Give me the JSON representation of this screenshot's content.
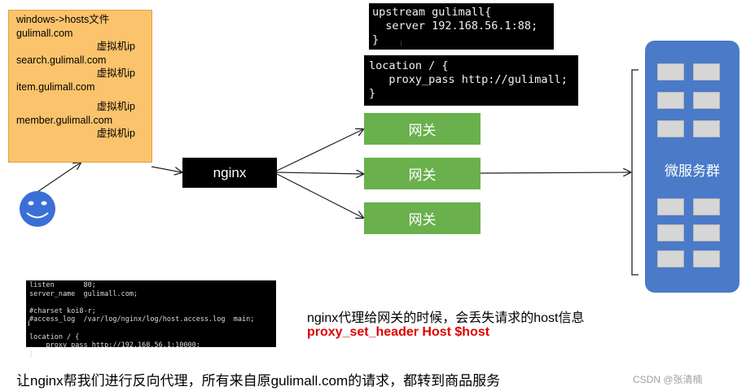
{
  "hosts_note": {
    "title": "windows->hosts文件",
    "entries": [
      {
        "domain": "gulimall.com",
        "target": "虚拟机ip"
      },
      {
        "domain": "search.gulimall.com",
        "target": "虚拟机ip"
      },
      {
        "domain": "item.gulimall.com",
        "target": "虚拟机ip"
      },
      {
        "domain": "member.gulimall.com",
        "target": "虚拟机ip"
      }
    ]
  },
  "upstream_code": "upstream gulimall{\n  server 192.168.56.1:88;\n}",
  "location_code": "location / {\n   proxy_pass http://gulimall;\n}",
  "nginx_conf_code": "listen       80;\nserver_name  gulimall.com;\n\n#charset koi8-r;\n#access_log  /var/log/nginx/log/host.access.log  main;\n\nlocation / {\n    proxy_pass http://192.168.56.1:10000;\n}",
  "nginx_label": "nginx",
  "gateways": [
    "网关",
    "网关",
    "网关"
  ],
  "microservices_label": "微服务群",
  "note_text": "nginx代理给网关的时候，会丢失请求的host信息",
  "note_header": "proxy_set_header Host $host",
  "caption": "让nginx帮我们进行反向代理，所有来自原gulimall.com的请求，都转到商品服务",
  "watermark": "CSDN @张清楠",
  "colors": {
    "note_bg": "#fbc36b",
    "gateway": "#6ab04c",
    "microservices": "#4a7ac8",
    "user_icon": "#3b6fd8",
    "emphasis": "#e00000"
  },
  "icons": [
    "smiley-user-icon"
  ]
}
